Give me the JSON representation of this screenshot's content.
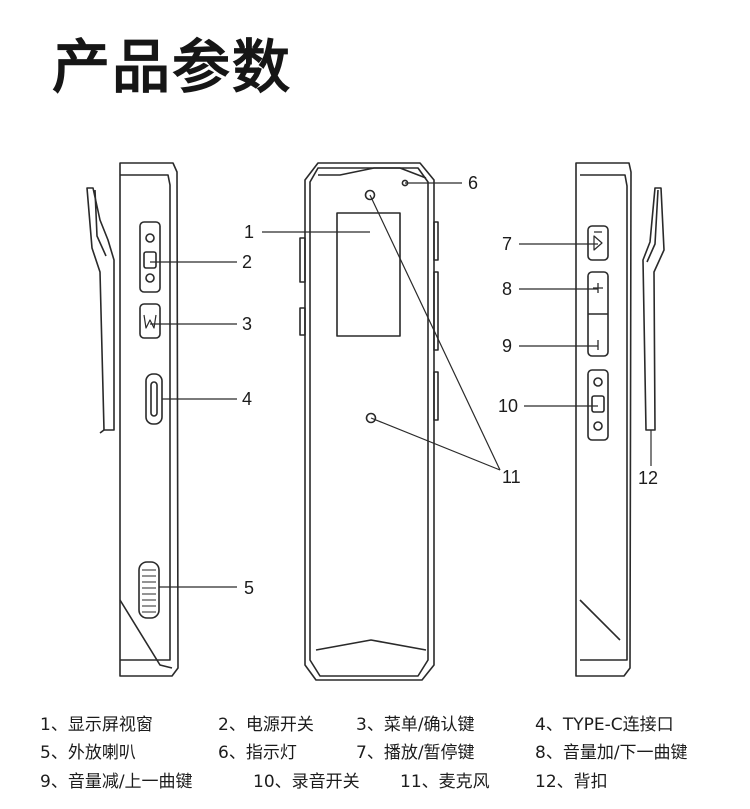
{
  "title": "产品参数",
  "callouts": {
    "c1": "1",
    "c2": "2",
    "c3": "3",
    "c4": "4",
    "c5": "5",
    "c6": "6",
    "c7": "7",
    "c8": "8",
    "c9": "9",
    "c10": "10",
    "c11": "11",
    "c12": "12"
  },
  "legend": [
    "1、显示屏视窗",
    "2、电源开关",
    "3、菜单/确认键",
    "4、TYPE-C连接口",
    "5、外放喇叭",
    "6、指示灯",
    "7、播放/暂停键",
    "8、音量加/下一曲键",
    "9、音量减/上一曲键",
    "10、录音开关",
    "11、麦克风",
    "12、背扣"
  ]
}
